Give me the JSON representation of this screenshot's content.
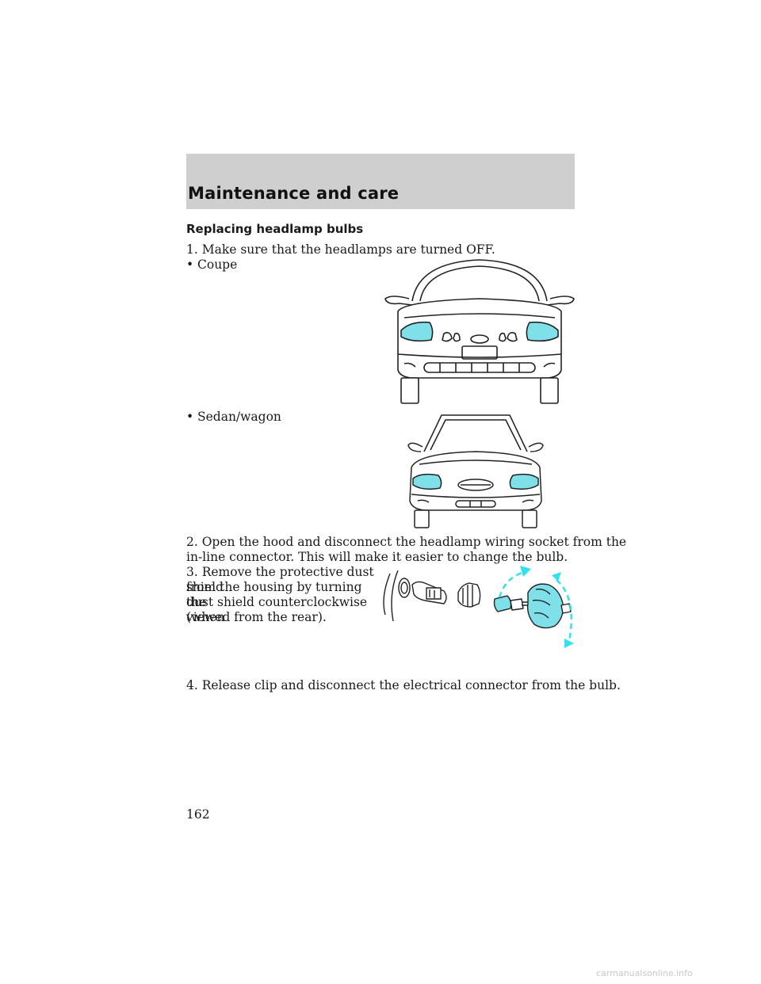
{
  "section_header": "Maintenance and care",
  "heading": "Replacing headlamp bulbs",
  "step1": "1. Make sure that the headlamps are turned OFF.",
  "bullets": [
    {
      "symbol": "•",
      "label": "Coupe"
    },
    {
      "symbol": "•",
      "label": "Sedan/wagon"
    }
  ],
  "step2_line1": "2. Open the hood and disconnect the headlamp wiring socket from the",
  "step2_line2": "in-line connector. This will make it easier to change the bulb.",
  "step3_lines": [
    "3. Remove the protective dust shield",
    "from the housing by turning the",
    "dust shield counterclockwise (when",
    "viewed from the rear)."
  ],
  "step4": "4. Release clip and disconnect the electrical connector from the bulb.",
  "page_number": "162",
  "watermark": "carmanualsonline.info",
  "colors": {
    "header_band": "#cfcfcf",
    "headlamp_fill": "#7fe0ea",
    "arrow_cyan": "#33e0f0",
    "line": "#222222"
  }
}
